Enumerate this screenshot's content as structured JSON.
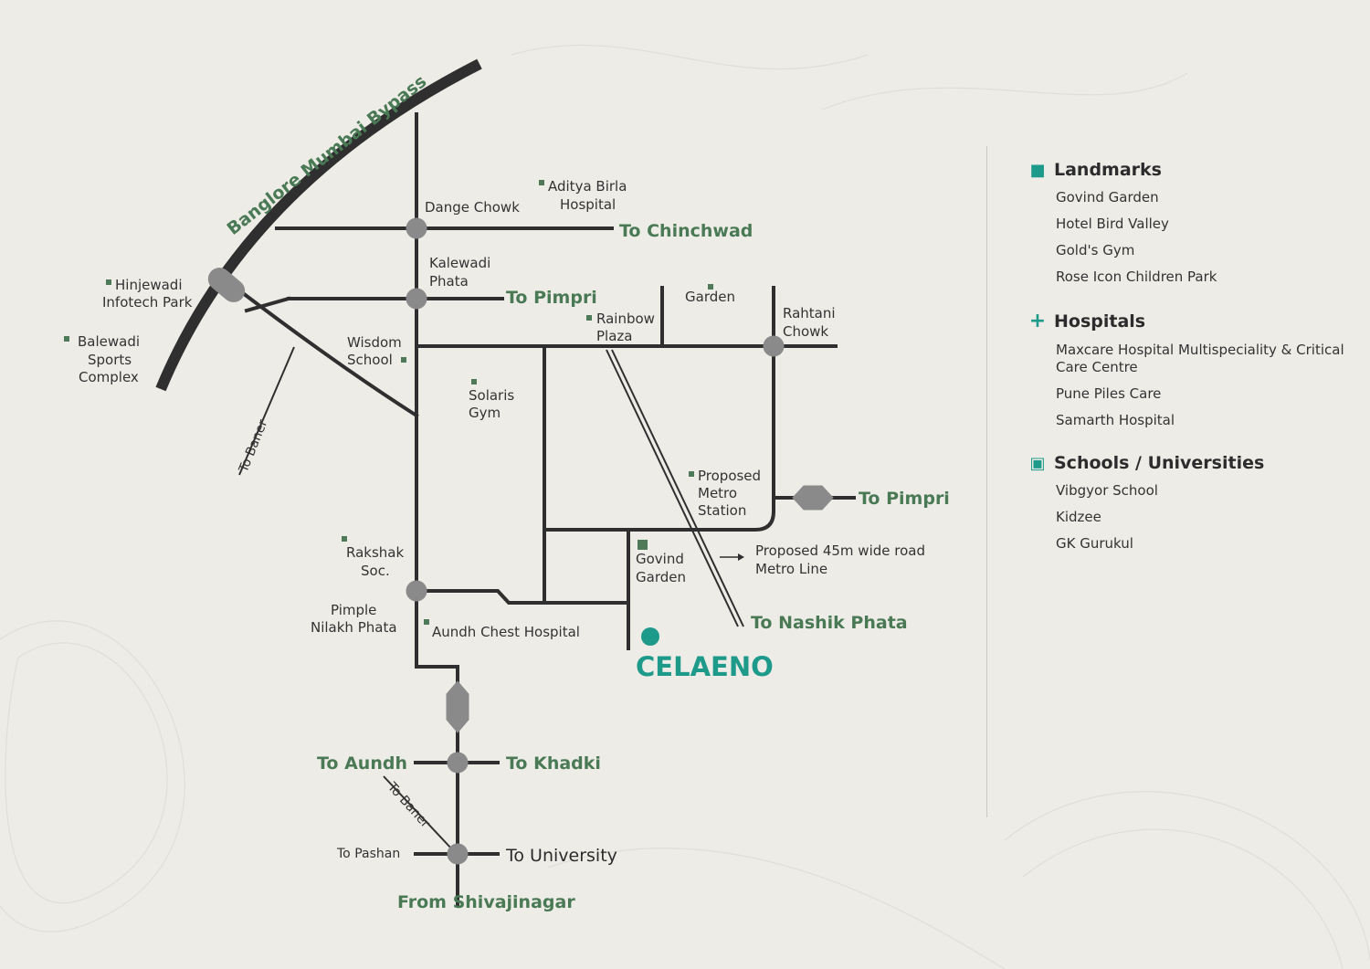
{
  "map": {
    "highway": "Banglore Mumbai Bypass",
    "project": "CELAENO",
    "junctions": {
      "dange_chowk": "Dange Chowk",
      "kalewadi_phata": "Kalewadi Phata",
      "rahtani_chowk": "Rahtani Chowk",
      "pimple_nilakh_phata": "Pimple Nilakh Phata"
    },
    "destinations": {
      "to_chinchwad": "To Chinchwad",
      "to_pimpri_1": "To Pimpri",
      "to_pimpri_2": "To Pimpri",
      "to_nashik_phata": "To Nashik Phata",
      "to_aundh": "To Aundh",
      "to_khadki": "To Khadki",
      "to_university": "To University",
      "from_shivajinagar": "From Shivajinagar"
    },
    "minor_roads": {
      "to_baner_1": "To Baner",
      "to_baner_2": "To Baner",
      "to_pashan": "To Pashan"
    },
    "places": {
      "aditya_birla": "Aditya Birla Hospital",
      "hinjewadi": "Hinjewadi Infotech Park",
      "balewadi": "Balewadi Sports Complex",
      "wisdom_school": "Wisdom School",
      "garden": "Garden",
      "rainbow_plaza": "Rainbow Plaza",
      "solaris_gym": "Solaris Gym",
      "proposed_metro": "Proposed Metro Station",
      "rakshak_soc": "Rakshak Soc.",
      "govind_garden": "Govind Garden",
      "aundh_chest": "Aundh Chest Hospital"
    },
    "annotation": "Proposed 45m wide road Metro Line"
  },
  "legend": {
    "landmarks": {
      "title": "Landmarks",
      "icon": "square-icon",
      "items": [
        "Govind Garden",
        "Hotel Bird Valley",
        "Gold's Gym",
        "Rose Icon Children Park"
      ]
    },
    "hospitals": {
      "title": "Hospitals",
      "icon": "plus-icon",
      "items": [
        "Maxcare Hospital Multispeciality & Critical Care Centre",
        "Pune Piles Care",
        "Samarth Hospital"
      ]
    },
    "schools": {
      "title": "Schools / Universities",
      "icon": "books-icon",
      "items": [
        "Vibgyor School",
        "Kidzee",
        "GK Gurukul"
      ]
    }
  },
  "colors": {
    "background": "#eeece7",
    "road": "#2f2f2f",
    "junction": "#8a8a8a",
    "destination_text": "#4a7a55",
    "project_accent": "#1e9a8b",
    "marker": "#4f7a5a"
  }
}
